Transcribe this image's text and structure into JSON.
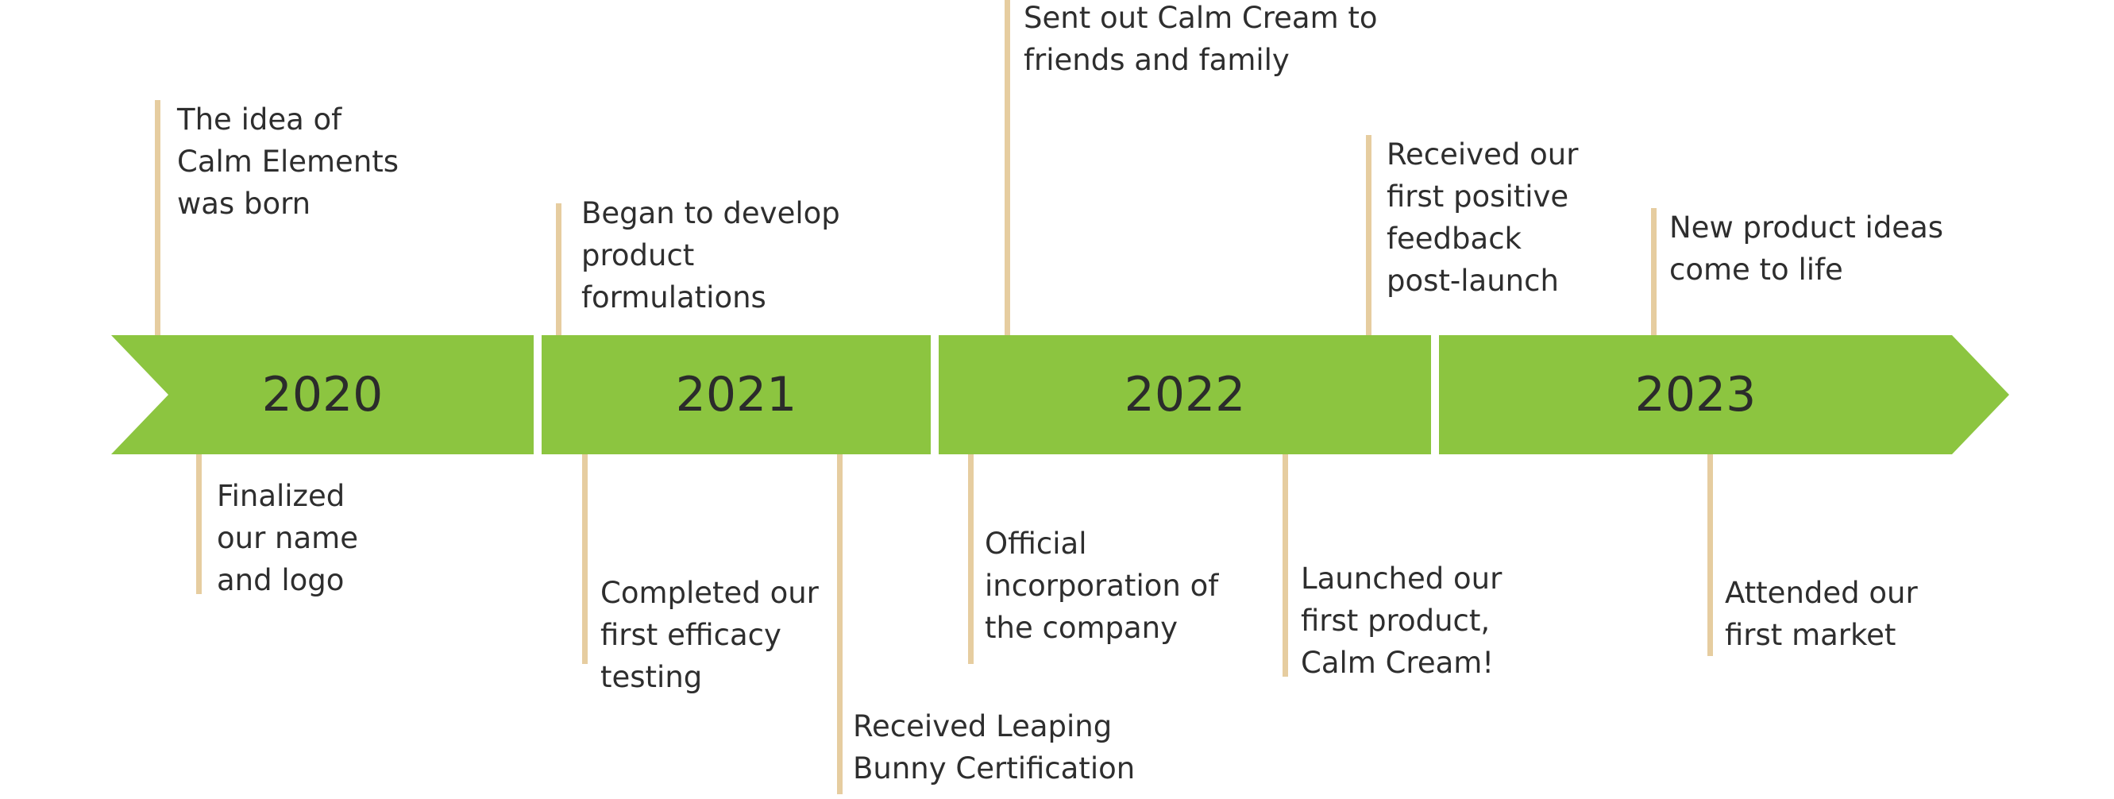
{
  "title": "",
  "colors": {
    "band": "#8cc540",
    "connector": "#e6cda0",
    "text": "#2e2e2e",
    "year_text": "#2b2b2b"
  },
  "years": [
    "2020",
    "2021",
    "2022",
    "2023"
  ],
  "milestones": [
    {
      "year": "2020",
      "position": "above",
      "text": "The idea of\nCalm Elements\nwas born"
    },
    {
      "year": "2020",
      "position": "below",
      "text": "Finalized\nour name\nand logo"
    },
    {
      "year": "2021",
      "position": "above",
      "text": "Began to develop\nproduct\nformulations"
    },
    {
      "year": "2021",
      "position": "below",
      "text": "Completed our\nfirst efficacy\ntesting"
    },
    {
      "year": "2021",
      "position": "below",
      "text": "Received Leaping\nBunny Certification"
    },
    {
      "year": "2022",
      "position": "above",
      "text": "Sent out Calm Cream to\nfriends and family"
    },
    {
      "year": "2022",
      "position": "below",
      "text": "Official\nincorporation of\nthe company"
    },
    {
      "year": "2022",
      "position": "above",
      "text": "Received our\nfirst positive\nfeedback\npost-launch"
    },
    {
      "year": "2022",
      "position": "below",
      "text": "Launched our\nfirst product,\nCalm Cream!"
    },
    {
      "year": "2023",
      "position": "above",
      "text": "New product ideas\ncome to life"
    },
    {
      "year": "2023",
      "position": "below",
      "text": "Attended our\nfirst market"
    }
  ]
}
